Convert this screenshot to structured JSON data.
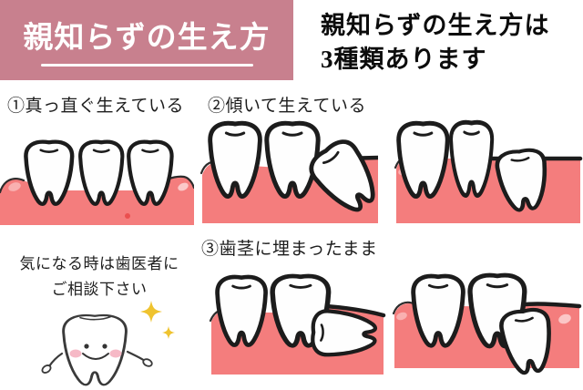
{
  "banner": {
    "title": "親知らずの生え方",
    "bg_color": "#c8808e",
    "text_color": "#ffffff"
  },
  "heading": {
    "line1": "親知らずの生え方は",
    "line2": "3種類あります",
    "text_color": "#0c0c0c"
  },
  "sections": [
    {
      "label": "①真っ直ぐ生えている"
    },
    {
      "label": "②傾いて生えている"
    },
    {
      "label": "③歯茎に埋まったまま"
    }
  ],
  "consult": {
    "line1": "気になる時は歯医者に",
    "line2": "ご相談下さい"
  },
  "icons": {
    "tooth": "tooth-icon",
    "tooth_character": "tooth-character-icon",
    "sparkle": "sparkle-icon"
  },
  "colors": {
    "gum": "#f47d7d",
    "gum_highlight": "#f9b0b0",
    "tooth_outline": "#1c1c1c",
    "tooth_fill": "#fefefe",
    "red_dot": "#ea4f4f",
    "sparkle": "#efc32f",
    "cheek": "#f6b9c6"
  }
}
